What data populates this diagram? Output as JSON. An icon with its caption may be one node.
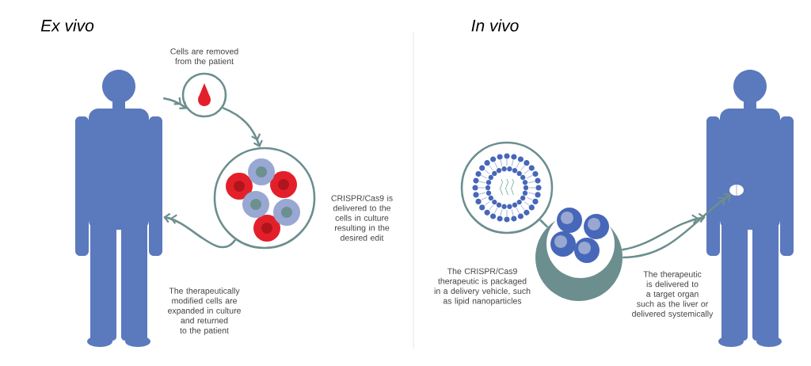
{
  "diagram": {
    "nodes": [
      {
        "text": [],
        "shape": "person"
      },
      {
        "text": [],
        "shape": "circle",
        "beside": [
          "Cells are removed from the patient"
        ]
      },
      {
        "text": [],
        "shape": "circle",
        "beside": [
          "CRISPR/Cas9 is delivered to the cells in culture resulting in the desired edit"
        ]
      },
      {
        "text": [],
        "shape": "circle"
      },
      {
        "text": [],
        "shape": "circle",
        "beside": [
          "The CRISPR/Cas9 therapeutic is packaged in a delivery vehicle, such as lipid nanoparticles"
        ]
      },
      {
        "text": [],
        "shape": "person"
      },
      {
        "text": [],
        "shape": "picture",
        "in": 5
      }
    ],
    "edges": [
      {
        "from": 0,
        "to": 1,
        "arrow": "to"
      },
      {
        "from": 1,
        "to": 2,
        "arrow": "to"
      },
      {
        "from": 2,
        "to": 0,
        "arrow": "to"
      },
      {
        "from": 3,
        "to": 4,
        "arrow": "none"
      },
      {
        "from": 4,
        "to": 5,
        "arrow": "to"
      },
      {
        "from": 4,
        "to": 6,
        "arrow": "to"
      }
    ],
    "labels": [
      "Ex vivo",
      "In vivo",
      "The therapeutically modified cells are expanded in culture and returned to the patient",
      "The therapeutic is delivered to a target organ such as the liver or delivered systemically"
    ]
  }
}
